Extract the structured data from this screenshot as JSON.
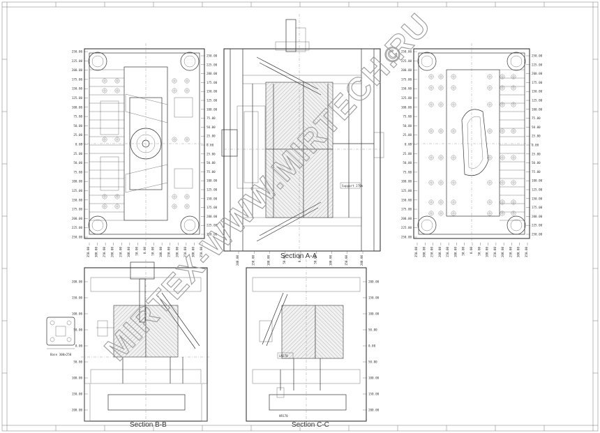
{
  "sections": {
    "a_a": "Section A-A",
    "b_b": "Section B-B",
    "c_c": "Section C-C"
  },
  "watermark": {
    "text": "MIRTEX-WWW.MIRTECH.RU",
    "symbol": "©"
  },
  "labels": {
    "left_plan_dims": [
      "250.00",
      "225.00",
      "200.00",
      "175.00",
      "150.00",
      "125.00",
      "100.00",
      "75.00",
      "50.00",
      "25.00",
      "0.00",
      "25.00",
      "50.00",
      "75.00",
      "100.00",
      "125.00",
      "150.00",
      "175.00",
      "200.00",
      "225.00",
      "250.00"
    ],
    "right_plan_dims": [
      "250.00",
      "225.00",
      "200.00",
      "175.00",
      "150.00",
      "125.00",
      "100.00",
      "75.00",
      "50.00",
      "25.00",
      "0.00",
      "25.00",
      "50.00",
      "75.00",
      "100.00",
      "125.00",
      "150.00",
      "175.00",
      "200.00",
      "225.00",
      "250.00"
    ],
    "bottom_left_dims": [
      "350.00",
      "300.00",
      "250.00",
      "200.00",
      "150.00",
      "100.00",
      "50.00",
      "0.00",
      "50.00",
      "100.00",
      "150.00",
      "200.00",
      "250.00",
      "300.00",
      "350.00"
    ],
    "center_bottom_dims": [
      "200.00",
      "150.00",
      "100.00",
      "50.00",
      "0.00",
      "50.00",
      "100.00",
      "150.00",
      "200.00"
    ],
    "side_detail": "Base 300x250",
    "center_tag": "Support 270x",
    "cc_tag": "LM270",
    "cc_bottom": "HR170"
  },
  "colors": {
    "line": "#333333",
    "watermark": "#9a9a9a"
  }
}
